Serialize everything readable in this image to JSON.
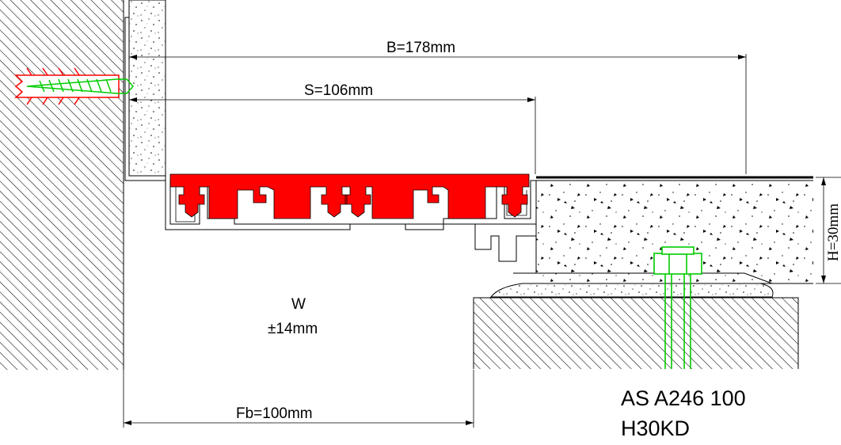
{
  "labels": {
    "dim_b": "B=178mm",
    "dim_s": "S=106mm",
    "dim_h": "H=30mm",
    "dim_fb": "Fb=100mm",
    "w_label": "W",
    "w_tolerance": "±14mm"
  },
  "product": {
    "line1": "AS A246 100",
    "line2": "H30KD"
  },
  "colors": {
    "profile_red": "#ff0000",
    "anchor_green": "#00cc00",
    "line": "#000000"
  }
}
